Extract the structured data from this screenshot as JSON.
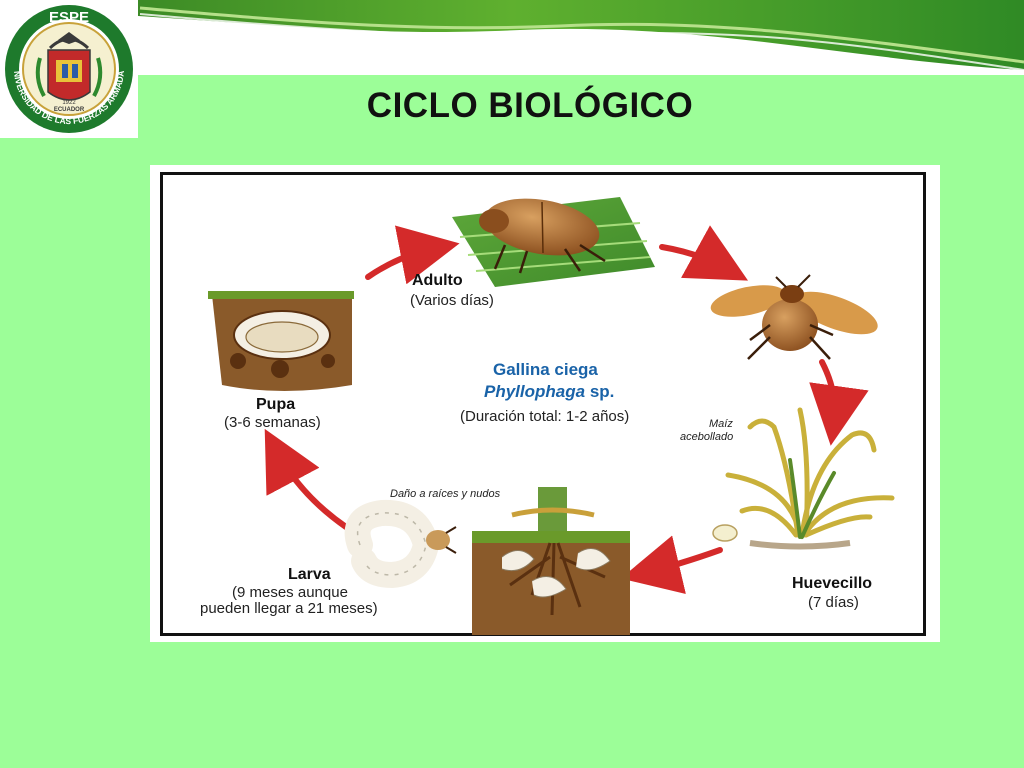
{
  "header": {
    "title": "CICLO BIOLÓGICO",
    "logo_text": [
      "ESPE",
      "UNIVERSIDAD DE LAS FUERZAS ARMADAS",
      "ECUADOR",
      "1922"
    ]
  },
  "diagram": {
    "center": {
      "name": "Gallina ciega",
      "scientific_genus": "Phyllophaga",
      "scientific_suffix": "sp.",
      "duration": "(Duración total: 1-2 años)"
    },
    "stages": {
      "adult": {
        "name": "Adulto",
        "duration": "(Varios días)"
      },
      "egg": {
        "name": "Huevecillo",
        "duration": "(7 días)"
      },
      "larva": {
        "name": "Larva",
        "duration_line1": "(9 meses aunque",
        "duration_line2": "pueden llegar a 21 meses)"
      },
      "pupa": {
        "name": "Pupa",
        "duration": "(3-6 semanas)"
      }
    },
    "notes": {
      "corn_line1": "Maíz",
      "corn_line2": "acebollado",
      "damage": "Daño a raíces y nudos"
    },
    "colors": {
      "arrow": "#d42a2a",
      "center_text": "#1a63a8",
      "soil": "#8a5a2a",
      "beetle": "#a86a2a"
    }
  }
}
